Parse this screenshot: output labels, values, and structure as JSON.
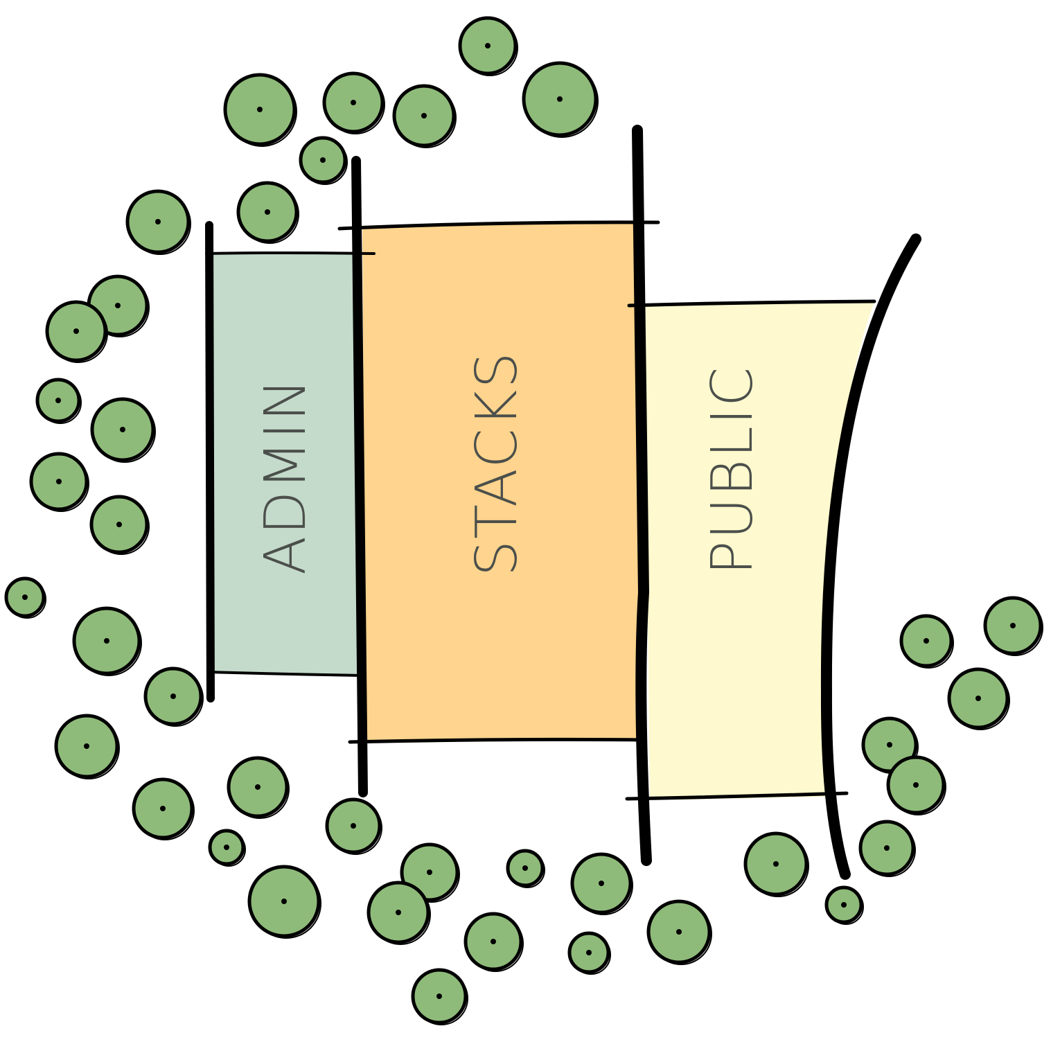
{
  "zones": {
    "admin": {
      "label": "ADMIN",
      "fill": "#c4dacb"
    },
    "stacks": {
      "label": "STACKS",
      "fill": "#fed48e"
    },
    "public": {
      "label": "PUBLIC",
      "fill": "#fef9ce"
    }
  },
  "colors": {
    "tree_fill": "#8fbb7a",
    "outline": "#000000",
    "label_text": "#4b4f4b",
    "background": "#ffffff"
  }
}
